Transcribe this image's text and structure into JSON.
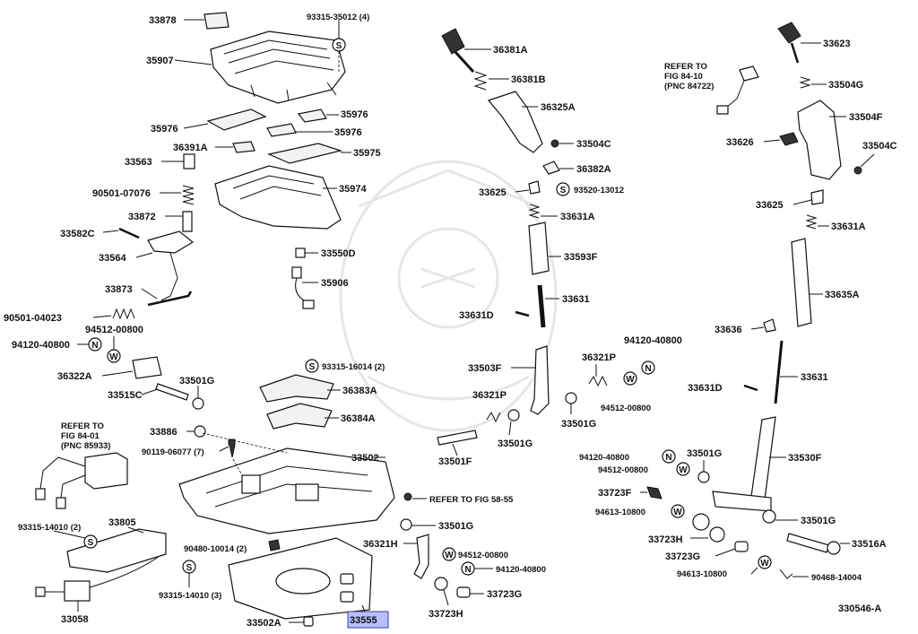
{
  "diagram": {
    "figure_id": "330546-A",
    "highlighted_part": "33555",
    "labels": {
      "p33878": "33878",
      "p93315_35012": "93315-35012 (4)",
      "p35907": "35907",
      "p35976a": "35976",
      "p35976b": "35976",
      "p35976c": "35976",
      "p36391A": "36391A",
      "p35975": "35975",
      "p33563": "33563",
      "p90501_07076": "90501-07076",
      "p35974": "35974",
      "p33872": "33872",
      "p33582C": "33582C",
      "p33564": "33564",
      "p33550D": "33550D",
      "p35906": "35906",
      "p33873": "33873",
      "p90501_04023": "90501-04023",
      "p94512_00800a": "94512-00800",
      "p94120_40800a": "94120-40800",
      "p36322A": "36322A",
      "p93315_16014": "93315-16014 (2)",
      "p33501G_a": "33501G",
      "p36383A": "36383A",
      "p33515C": "33515C",
      "p36384A": "36384A",
      "p33886": "33886",
      "p90119_06077": "90119-06077 (7)",
      "p33502": "33502",
      "p33805": "33805",
      "p93315_14010_2": "93315-14010 (2)",
      "p90480_10014": "90480-10014 (2)",
      "p93315_14010_3": "93315-14010 (3)",
      "p33058": "33058",
      "p33502A": "33502A",
      "p33555": "33555",
      "p36381A": "36381A",
      "p36381B": "36381B",
      "p36325A": "36325A",
      "p33504C_a": "33504C",
      "p36382A": "36382A",
      "p33625_a": "33625",
      "p93520_13012": "93520-13012",
      "p33631A_a": "33631A",
      "p33593F": "33593F",
      "p33631_a": "33631",
      "p33631D_a": "33631D",
      "p33503F": "33503F",
      "p36321P_a": "36321P",
      "p94120_40800b": "94120-40800",
      "p36321P_b": "36321P",
      "p94512_00800b": "94512-00800",
      "p33501G_b": "33501G",
      "p33501G_c": "33501G",
      "p33501F": "33501F",
      "p33501G_d": "33501G",
      "p36321H": "36321H",
      "p94512_00800c": "94512-00800",
      "p94120_40800c": "94120-40800",
      "p33723G_a": "33723G",
      "p33723H_a": "33723H",
      "p33623": "33623",
      "p33504G": "33504G",
      "p33504F": "33504F",
      "p33626": "33626",
      "p33504C_b": "33504C",
      "p33625_b": "33625",
      "p33631A_b": "33631A",
      "p33635A": "33635A",
      "p33636": "33636",
      "p33631_b": "33631",
      "p33631D_b": "33631D",
      "p94120_40800d": "94120-40800",
      "p33501G_e": "33501G",
      "p33530F": "33530F",
      "p94512_00800d": "94512-00800",
      "p33723F": "33723F",
      "p94613_10800a": "94613-10800",
      "p33501G_f": "33501G",
      "p33723H_b": "33723H",
      "p33516A": "33516A",
      "p33723G_b": "33723G",
      "p94613_10800b": "94613-10800",
      "p90468_14004": "90468-14004"
    },
    "notes": {
      "refer_84_10": [
        "REFER TO",
        "FIG 84-10",
        "(PNC 84722)"
      ],
      "refer_84_01": [
        "REFER TO",
        "FIG 84-01",
        "(PNC 85933)"
      ],
      "refer_58_55": "REFER TO FIG 58-55"
    },
    "symbols": {
      "S": "S",
      "W": "W",
      "N": "N"
    }
  }
}
